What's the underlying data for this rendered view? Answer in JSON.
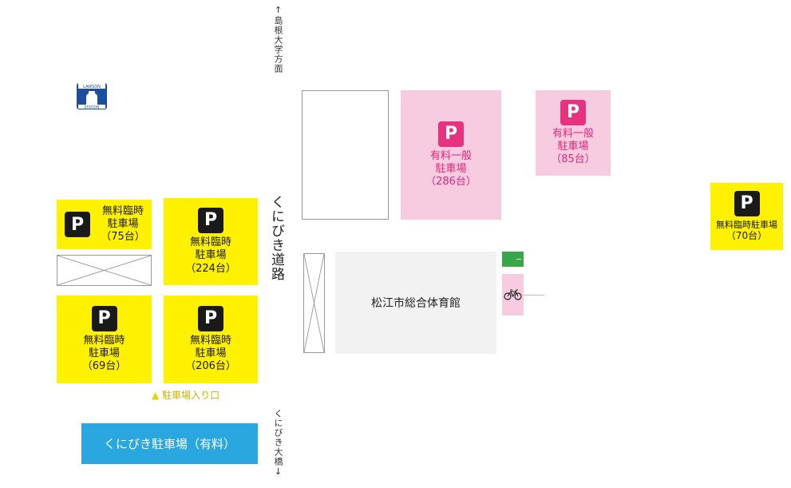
{
  "roads": {
    "north_arrow": "↑",
    "north_label": "島根大学方面",
    "main_road": "くにびき道路",
    "south_label": "くにびき大橋",
    "south_arrow": "↓"
  },
  "lawson": {
    "icon": "lawson-station-logo",
    "text_top": "LAWSON",
    "text_bottom": "STATION"
  },
  "free_lots": {
    "lot75": {
      "badge": "P",
      "line1": "無料臨時",
      "line2": "駐車場",
      "count": "（75台）"
    },
    "lot224": {
      "badge": "P",
      "line1": "無料臨時",
      "line2": "駐車場",
      "count": "（224台）"
    },
    "lot69": {
      "badge": "P",
      "line1": "無料臨時",
      "line2": "駐車場",
      "count": "（69台）"
    },
    "lot206": {
      "badge": "P",
      "line1": "無料臨時",
      "line2": "駐車場",
      "count": "（206台）"
    },
    "lot70": {
      "badge": "P",
      "line1": "無料臨時駐車場",
      "count": "（70台）"
    }
  },
  "paid_lots": {
    "lot286": {
      "badge": "P",
      "line1": "有料一般",
      "line2": "駐車場",
      "count": "（286台）"
    },
    "lot85": {
      "badge": "P",
      "line1": "有料一般",
      "line2": "駐車場",
      "count": "（85台）"
    }
  },
  "entrance": {
    "marker": "▲",
    "label": "駐車場入り口"
  },
  "kunibiki_paid": {
    "label": "くにびき駐車場（有料）"
  },
  "gym": {
    "label": "松江市総合体育館"
  },
  "bicycle": {
    "icon": "bicycle-icon"
  },
  "colors": {
    "free_lot": "#fff100",
    "paid_lot": "#f7cce0",
    "paid_text": "#e3277a",
    "kunibiki": "#2aa7df",
    "gym": "#f2f2f2",
    "green_marker": "#3aa64a",
    "entrance_marker": "#e6d200"
  }
}
